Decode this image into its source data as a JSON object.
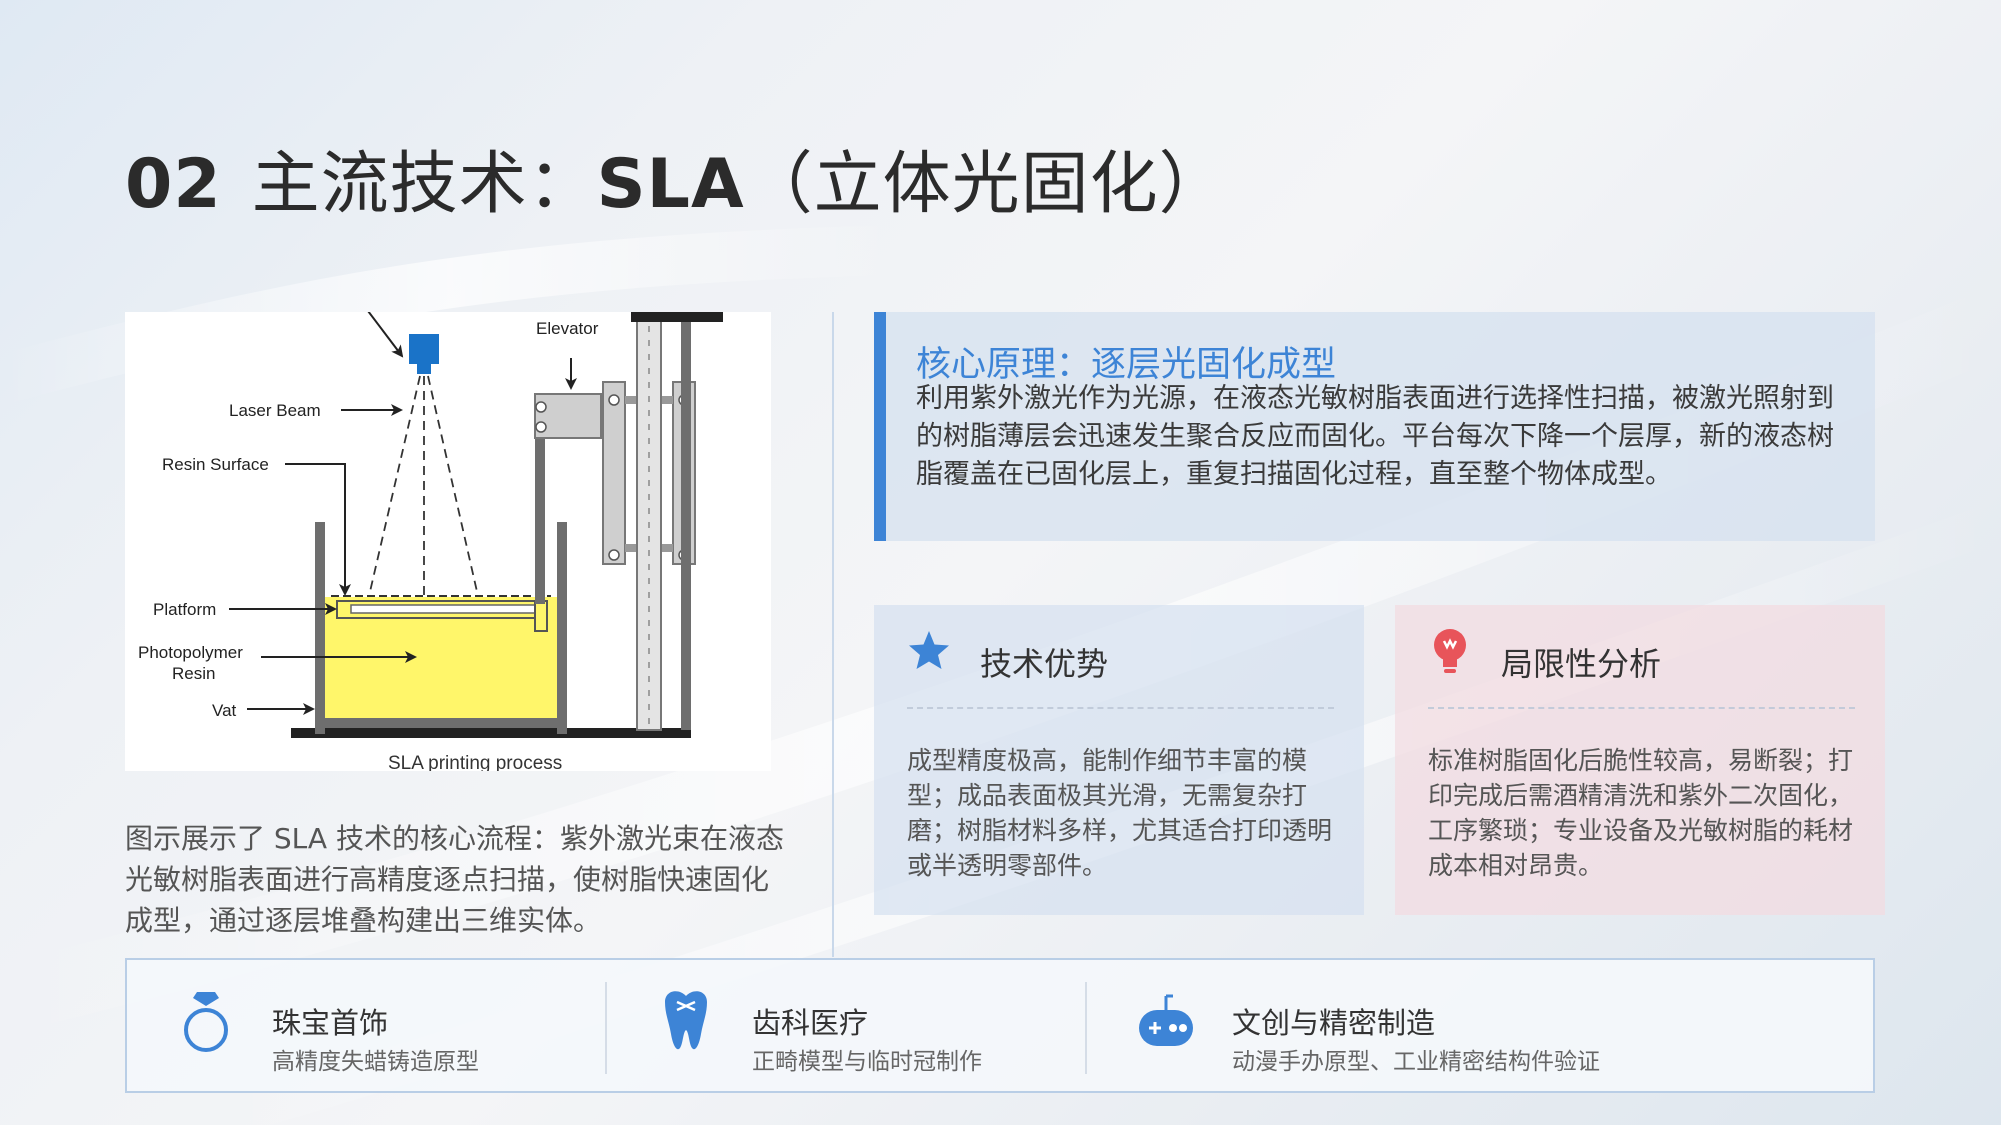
{
  "slide": {
    "number": "02",
    "title_cn": "主流技术：",
    "title_sla": "SLA",
    "title_paren": "（立体光固化）"
  },
  "diagram": {
    "labels": {
      "elevator": "Elevator",
      "laser_beam": "Laser Beam",
      "resin_surface": "Resin Surface",
      "platform": "Platform",
      "photopolymer_1": "Photopolymer",
      "photopolymer_2": "Resin",
      "vat": "Vat",
      "caption": "SLA printing process"
    },
    "colors": {
      "resin": "#fff66a",
      "laser_head": "#1a73c8",
      "frame": "#6e6e6e"
    }
  },
  "caption": "图示展示了 SLA 技术的核心流程：紫外激光束在液态光敏树脂表面进行高精度逐点扫描，使树脂快速固化成型，通过逐层堆叠构建出三维实体。",
  "principle": {
    "title": "核心原理：逐层光固化成型",
    "body": "利用紫外激光作为光源，在液态光敏树脂表面进行选择性扫描，被激光照射到的树脂薄层会迅速发生聚合反应而固化。平台每次下降一个层厚，新的液态树脂覆盖在已固化层上，重复扫描固化过程，直至整个物体成型。"
  },
  "advantages": {
    "icon": "star-icon",
    "title": "技术优势",
    "body": "成型精度极高，能制作细节丰富的模型；成品表面极其光滑，无需复杂打磨；树脂材料多样，尤其适合打印透明或半透明零部件。"
  },
  "limitations": {
    "icon": "lightbulb-icon",
    "title": "局限性分析",
    "body": "标准树脂固化后脆性较高，易断裂；打印完成后需酒精清洗和紫外二次固化，工序繁琐；专业设备及光敏树脂的耗材成本相对昂贵。"
  },
  "applications": [
    {
      "icon": "ring-icon",
      "name": "珠宝首饰",
      "desc": "高精度失蜡铸造原型"
    },
    {
      "icon": "tooth-icon",
      "name": "齿科医疗",
      "desc": "正畸模型与临时冠制作"
    },
    {
      "icon": "gamepad-icon",
      "name": "文创与精密制造",
      "desc": "动漫手办原型、工业精密结构件验证"
    }
  ],
  "colors": {
    "accent": "#3d84d6",
    "limitation": "#e8545a"
  }
}
